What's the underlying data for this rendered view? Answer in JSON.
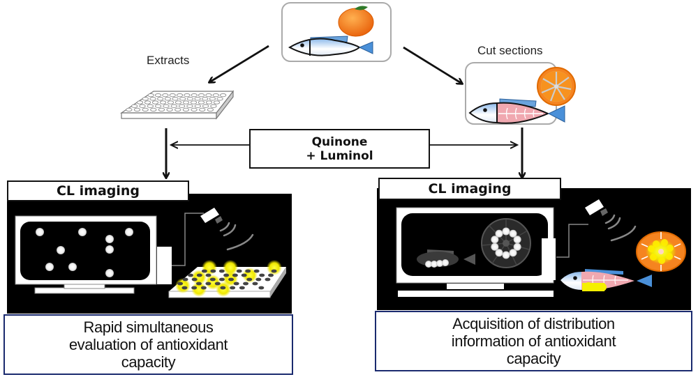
{
  "figure": {
    "title": "Chemiluminescence imaging workflow for antioxidant capacity",
    "source_icon": "fish-and-orange-icon",
    "left_branch": {
      "label": "Extracts",
      "sample_icon": "microplate-icon",
      "imaging_label": "CL imaging",
      "result_lines": [
        "Rapid simultaneous",
        "evaluation of antioxidant",
        "capacity"
      ]
    },
    "right_branch": {
      "label": "Cut sections",
      "sample_icon": "fish-section-and-orange-slice-icon",
      "imaging_label": "CL imaging",
      "result_lines": [
        "Acquisition of distribution",
        "information of antioxidant",
        "capacity"
      ]
    },
    "reagent": {
      "lines": [
        "Quinone",
        "+ Luminol"
      ]
    },
    "colors": {
      "orange": "#f07a10",
      "fish_blue": "#4a90d9",
      "fish_pink": "#f0a0a8",
      "glow_yellow": "#f5f000",
      "result_border": "#1a2a6e",
      "panel_black": "#000000"
    }
  }
}
